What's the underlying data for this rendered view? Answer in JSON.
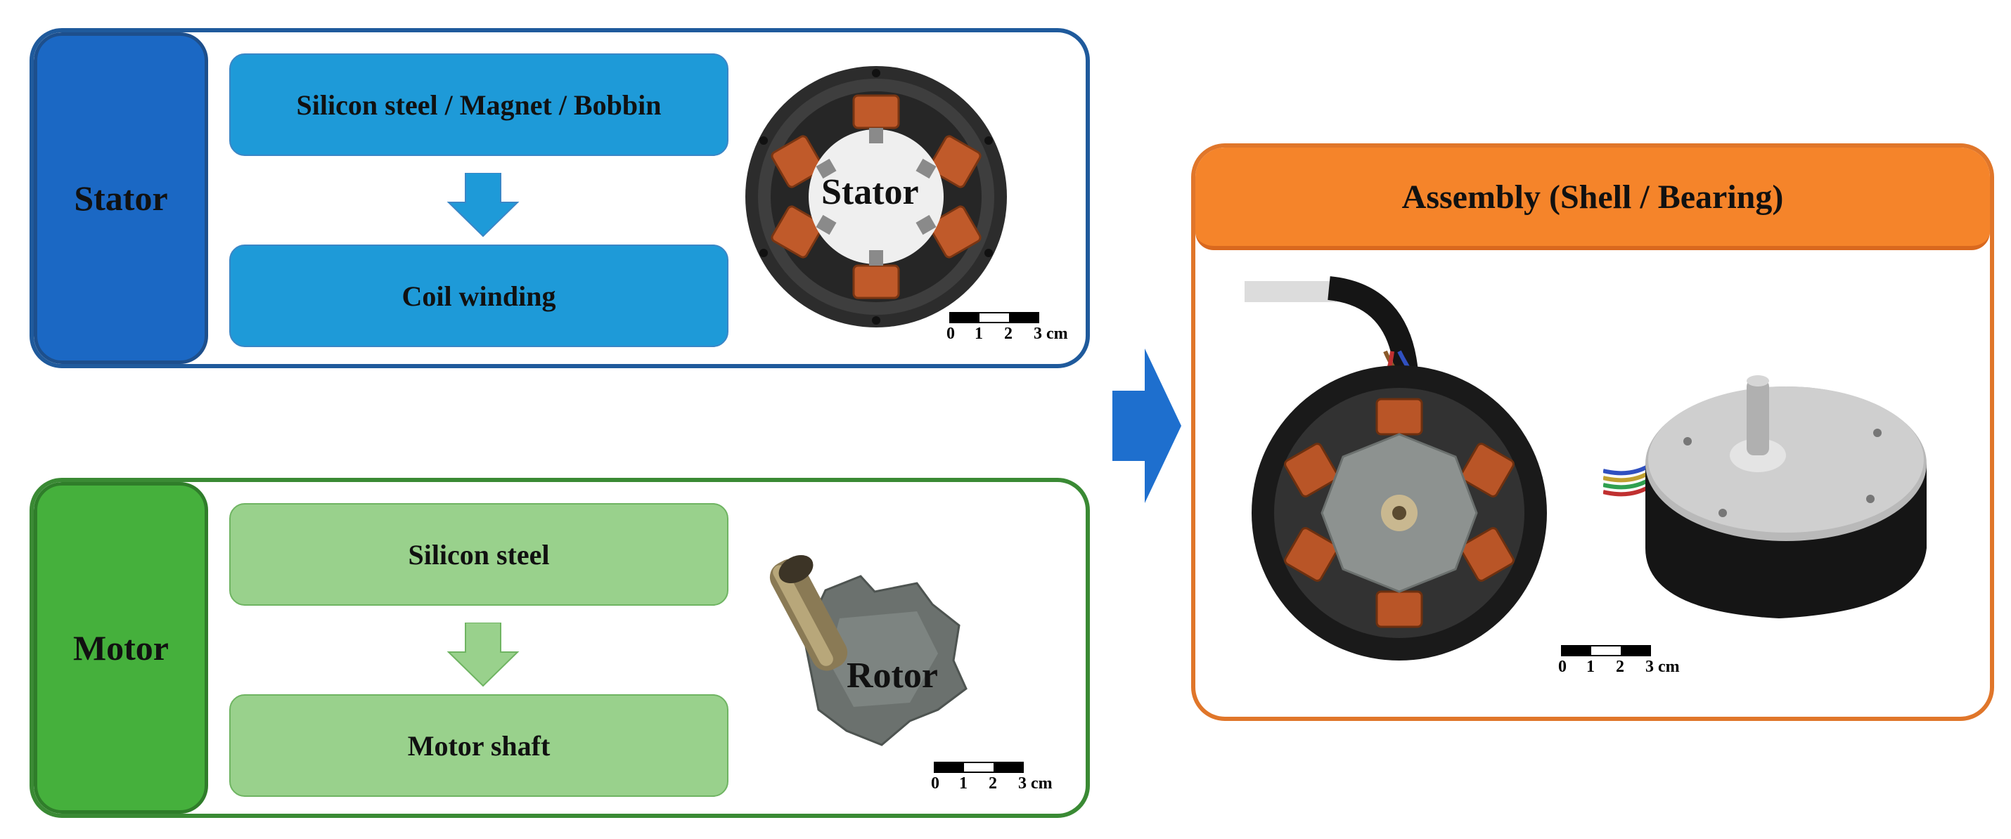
{
  "stator_panel": {
    "title": "Stator",
    "step1": "Silicon steel / Magnet / Bobbin",
    "step2": "Coil winding",
    "photo_label": "Stator",
    "scale": [
      "0",
      "1",
      "2",
      "3 cm"
    ]
  },
  "motor_panel": {
    "title": "Motor",
    "step1": "Silicon steel",
    "step2": "Motor shaft",
    "photo_label": "Rotor",
    "scale": [
      "0",
      "1",
      "2",
      "3 cm"
    ]
  },
  "assembly_panel": {
    "title": "Assembly (Shell / Bearing)",
    "scale": [
      "0",
      "1",
      "2",
      "3 cm"
    ]
  },
  "colors": {
    "stator_border": "#1f5a9c",
    "stator_side": "#1b68c4",
    "stator_box": "#1e9ad8",
    "motor_border": "#3a8a34",
    "motor_side": "#45b03c",
    "motor_box": "#99d18c",
    "assembly_border": "#e0762a",
    "assembly_header": "#f5842a",
    "flow_arrow": "#1e6fce"
  }
}
